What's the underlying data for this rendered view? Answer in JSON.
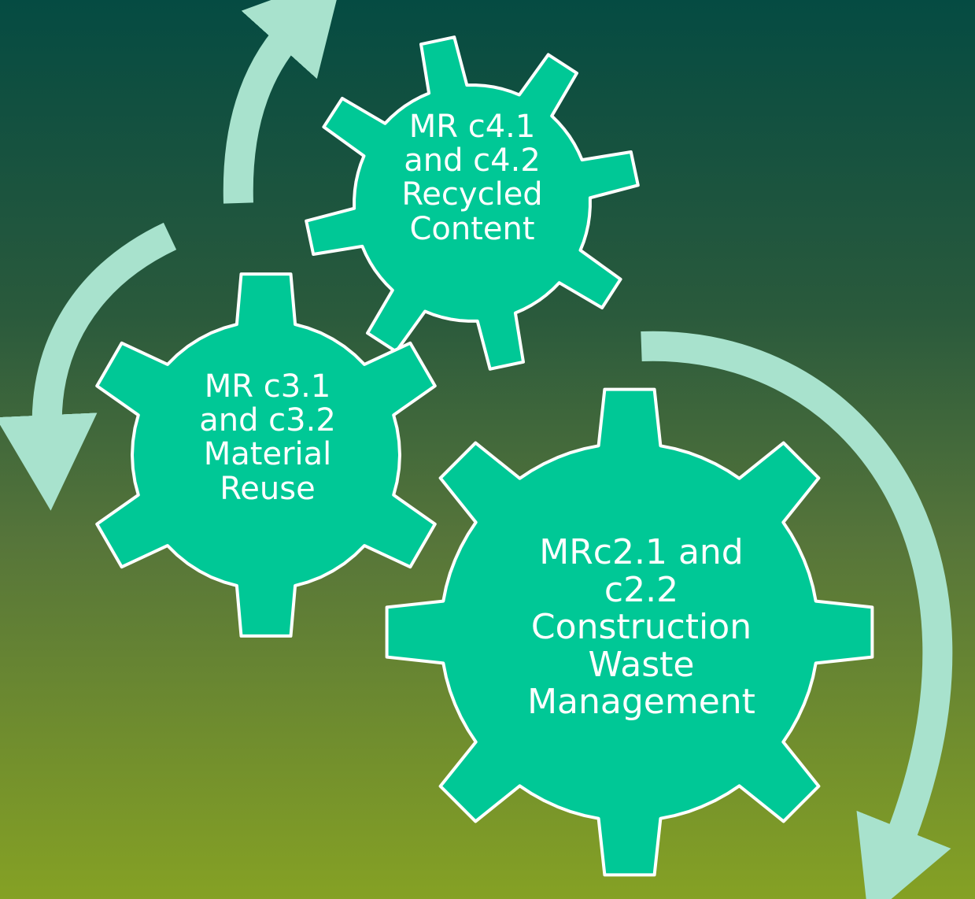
{
  "colors": {
    "gear_fill": "#00c896",
    "gear_stroke": "#ffffff",
    "arrow": "#a8e2cd",
    "background_top": "#054b42",
    "background_bottom": "#85a124"
  },
  "gears": [
    {
      "id": "recycled-content",
      "lines": [
        "MR c4.1",
        "and c4.2",
        "Recycled",
        "Content"
      ]
    },
    {
      "id": "material-reuse",
      "lines": [
        "MR c3.1",
        "and c3.2",
        "Material",
        "Reuse"
      ]
    },
    {
      "id": "construction-waste-management",
      "lines": [
        "MRc2.1 and",
        "c2.2",
        "Construction",
        "Waste",
        "Management"
      ]
    }
  ],
  "arrows": [
    {
      "id": "arrow-to-recycled-content",
      "icon": "curved-arrow-up-icon"
    },
    {
      "id": "arrow-to-material-reuse",
      "icon": "curved-arrow-down-icon"
    },
    {
      "id": "arrow-from-construction-waste",
      "icon": "curved-arrow-down-icon"
    }
  ]
}
